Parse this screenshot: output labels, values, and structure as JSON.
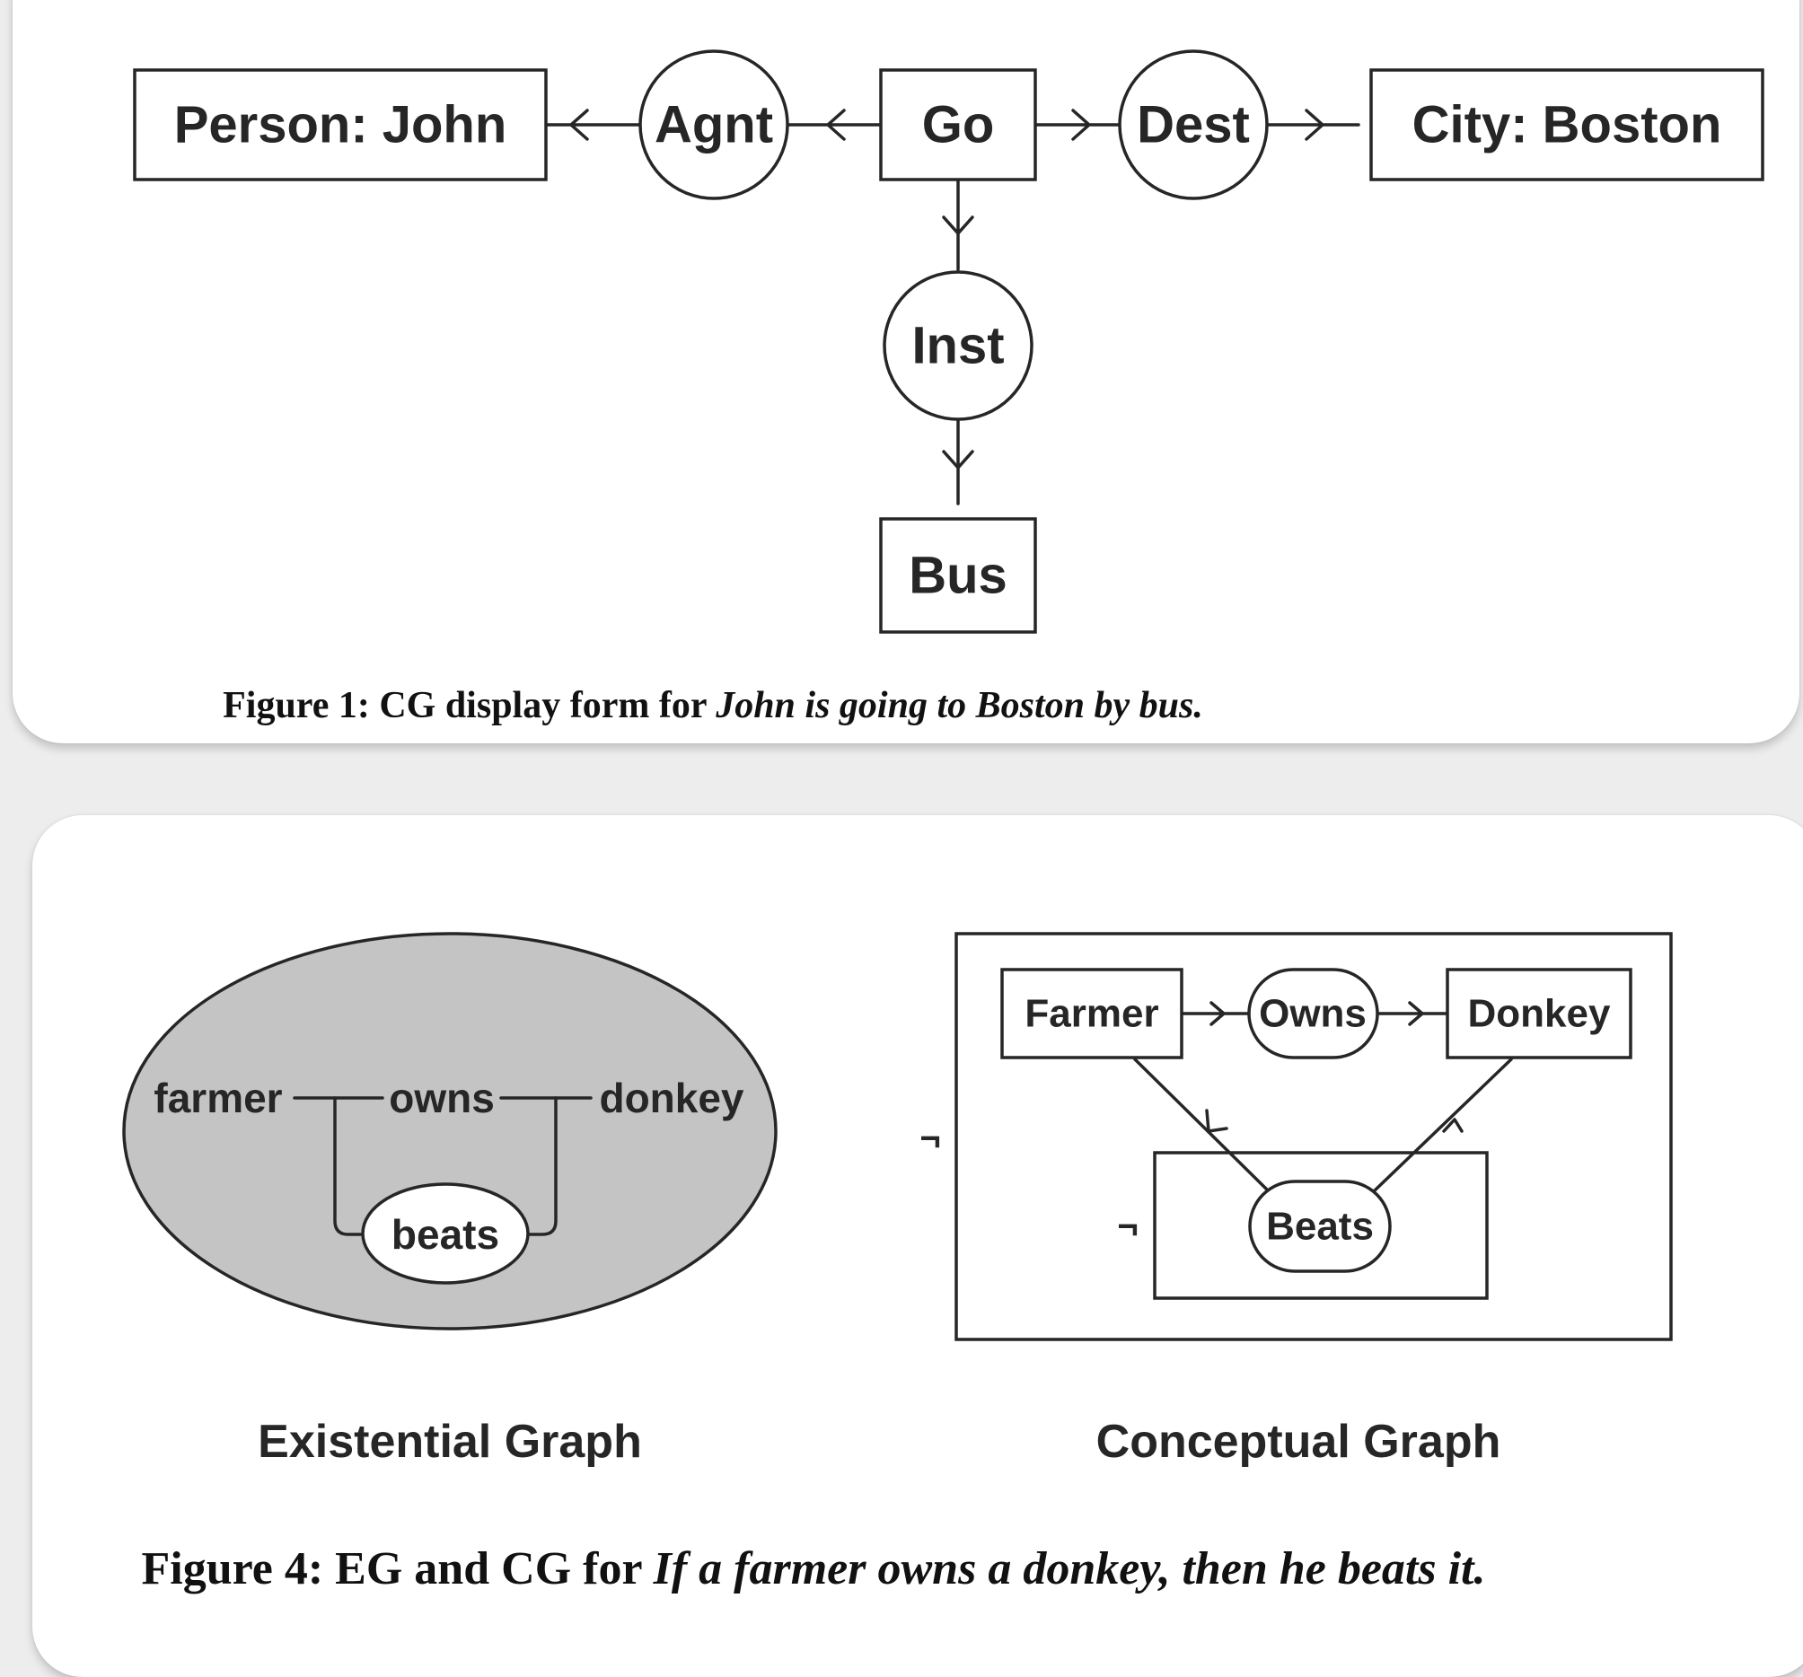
{
  "figure1": {
    "nodes": {
      "person": "Person: John",
      "agnt": "Agnt",
      "go": "Go",
      "dest": "Dest",
      "city": "City: Boston",
      "inst": "Inst",
      "bus": "Bus"
    },
    "caption_prefix": "Figure 1:  CG display form for ",
    "caption_italic": "John is going to Boston by bus."
  },
  "figure4": {
    "eg": {
      "farmer": "farmer",
      "owns": "owns",
      "donkey": "donkey",
      "beats": "beats",
      "label": "Existential Graph"
    },
    "cg": {
      "farmer": "Farmer",
      "owns": "Owns",
      "donkey": "Donkey",
      "beats": "Beats",
      "negation_outer": "¬",
      "negation_inner": "¬",
      "label": "Conceptual Graph"
    },
    "caption_prefix": "Figure 4:  EG and CG for ",
    "caption_italic": "If a farmer owns a donkey, then he beats it."
  },
  "colors": {
    "line": "#262626",
    "eg_shade": "#c4c4c4",
    "card": "#ffffff",
    "background": "#ededed"
  }
}
